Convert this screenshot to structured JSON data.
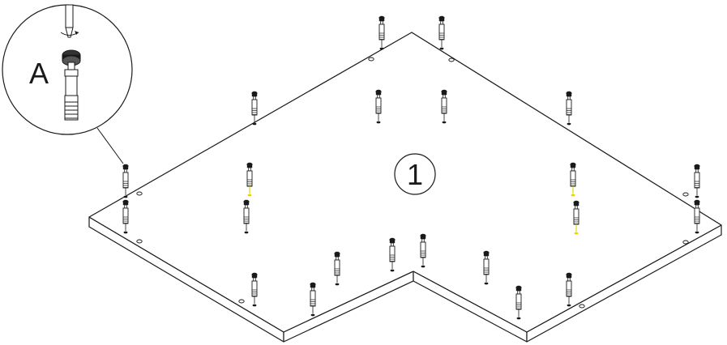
{
  "diagram": {
    "step_number": "1",
    "detail_label": "A",
    "part_name": "cam-dowel",
    "highlight_color": "#e8d400",
    "line_color": "#1a1a1a",
    "background_color": "#ffffff"
  }
}
